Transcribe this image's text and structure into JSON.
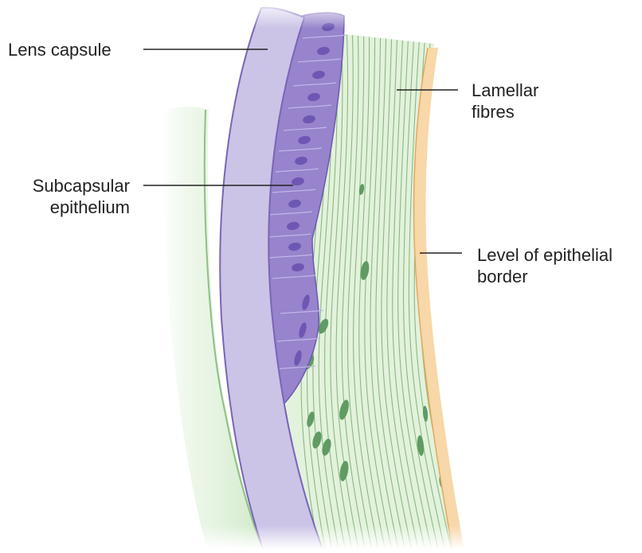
{
  "labels": {
    "lens_capsule": "Lens capsule",
    "subcapsular_line1": "Subcapsular",
    "subcapsular_line2": "epithelium",
    "lamellar_line1": "Lamellar",
    "lamellar_line2": "fibres",
    "level_line1": "Level of epithelial",
    "level_line2": "border"
  },
  "colors": {
    "capsule_fill": "#cbc4e6",
    "capsule_stroke": "#7a64b8",
    "epithelium_fill": "#9784cc",
    "nucleus": "#6e57b3",
    "fibre_bg": "#e3f2dc",
    "fibre_line": "#89b87f",
    "fibre_nucleus": "#5f9b63",
    "border_band": "#f8d7a8",
    "border_line": "#e3a860",
    "leader_line": "#222222"
  }
}
